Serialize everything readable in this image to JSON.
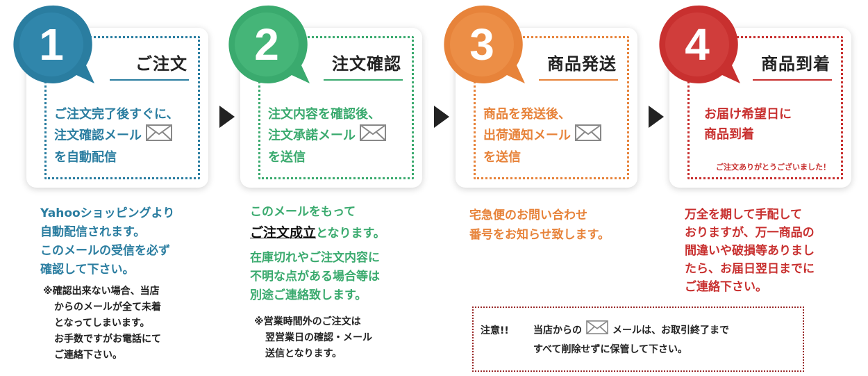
{
  "colors": {
    "step1": "#2a7da0",
    "step2": "#3aaa6e",
    "step3": "#e7833a",
    "step4": "#c8302f",
    "dark_text": "#222222"
  },
  "steps": [
    {
      "number": "1",
      "title": "ご注文",
      "body": [
        "ご注文完了後すぐに、",
        "注文確認メール",
        "を自動配信"
      ],
      "icon": "mail-icon"
    },
    {
      "number": "2",
      "title": "注文確認",
      "body": [
        "注文内容を確認後、",
        "注文承諾メール",
        "を送信"
      ],
      "icon": "mail-icon"
    },
    {
      "number": "3",
      "title": "商品発送",
      "body": [
        "商品を発送後、",
        "出荷通知メール",
        "を送信"
      ],
      "icon": "mail-icon"
    },
    {
      "number": "4",
      "title": "商品到着",
      "body": [
        "お届け希望日に",
        "商品到着"
      ],
      "thanks": "ご注文ありがとうございました！"
    }
  ],
  "notes": {
    "col1": {
      "main": [
        "Yahooショッピングより",
        "自動配信されます。",
        "このメールの受信を必ず",
        "確認して下さい。"
      ],
      "small": [
        "※確認出来ない場合、当店",
        "からのメールが全て未着",
        "となってしまいます。",
        "お手数ですがお電話にて",
        "ご連絡下さい。"
      ]
    },
    "col2": {
      "line1": "このメールをもって",
      "emphasis": "ご注文成立",
      "line2_rest": "となります。",
      "main2": [
        "在庫切れやご注文内容に",
        "不明な点がある場合等は",
        "別途ご連絡致します。"
      ],
      "small": [
        "※営業時間外のご注文は",
        "翌営業日の確認・メール",
        "送信となります。"
      ]
    },
    "col3": {
      "main": [
        "宅急便のお問い合わせ",
        "番号をお知らせ致します。"
      ]
    },
    "col4": {
      "main": [
        "万全を期して手配して",
        "おりますが、万一商品の",
        "間違いや破損等ありまし",
        "たら、お届日翌日までに",
        "ご連絡下さい。"
      ]
    }
  },
  "caution": {
    "label": "注意!!",
    "line1_a": "当店からの",
    "line1_b": "メールは、お取引終了まで",
    "line2": "すべて削除せずに保管して下さい。"
  }
}
